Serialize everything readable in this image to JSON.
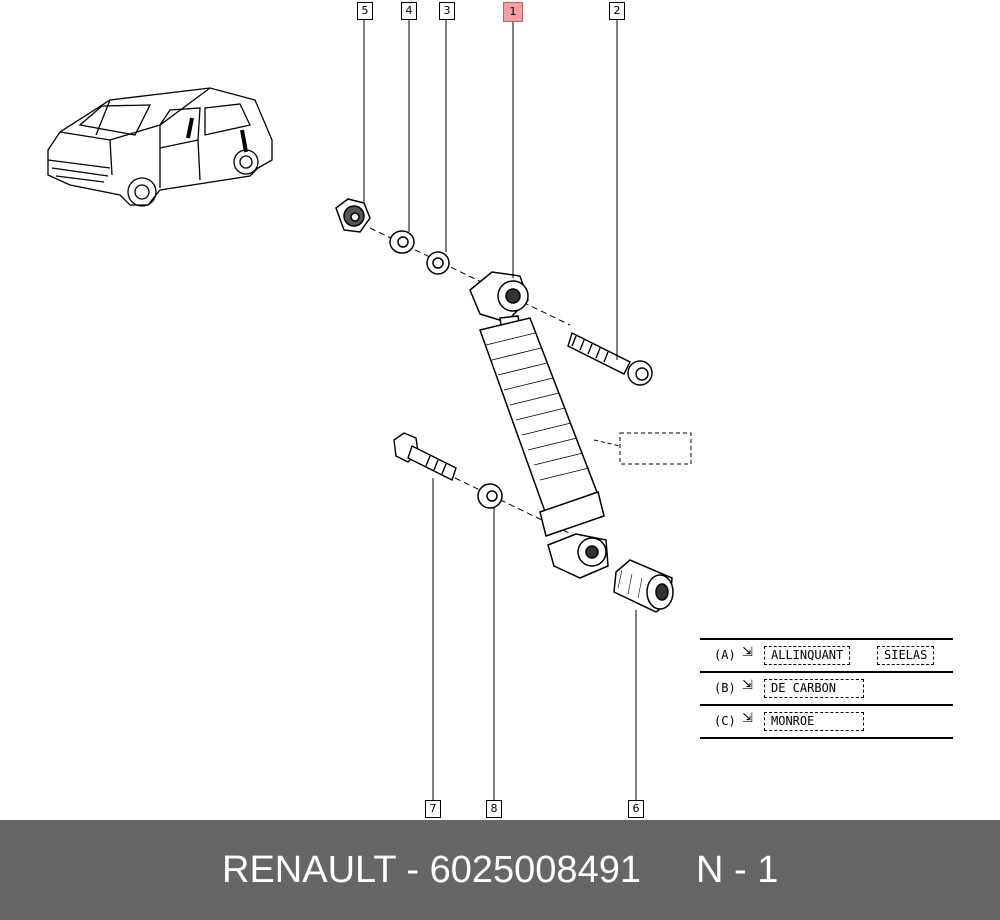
{
  "callouts": [
    {
      "id": "5",
      "label": "5"
    },
    {
      "id": "4",
      "label": "4"
    },
    {
      "id": "3",
      "label": "3"
    },
    {
      "id": "1",
      "label": "1",
      "highlighted": true
    },
    {
      "id": "2",
      "label": "2"
    },
    {
      "id": "7",
      "label": "7"
    },
    {
      "id": "8",
      "label": "8"
    },
    {
      "id": "6",
      "label": "6"
    }
  ],
  "legend": {
    "arrow_glyph": "⇲",
    "rows": [
      {
        "key": "(A)",
        "brands": [
          "ALLINQUANT",
          "SIELAS"
        ]
      },
      {
        "key": "(B)",
        "brands": [
          "DE CARBON"
        ]
      },
      {
        "key": "(C)",
        "brands": [
          "MONROE"
        ]
      }
    ]
  },
  "footer": {
    "part_text": "RENAULT - 6025008491",
    "page_text": "N - 1",
    "background_color": "#666666"
  }
}
